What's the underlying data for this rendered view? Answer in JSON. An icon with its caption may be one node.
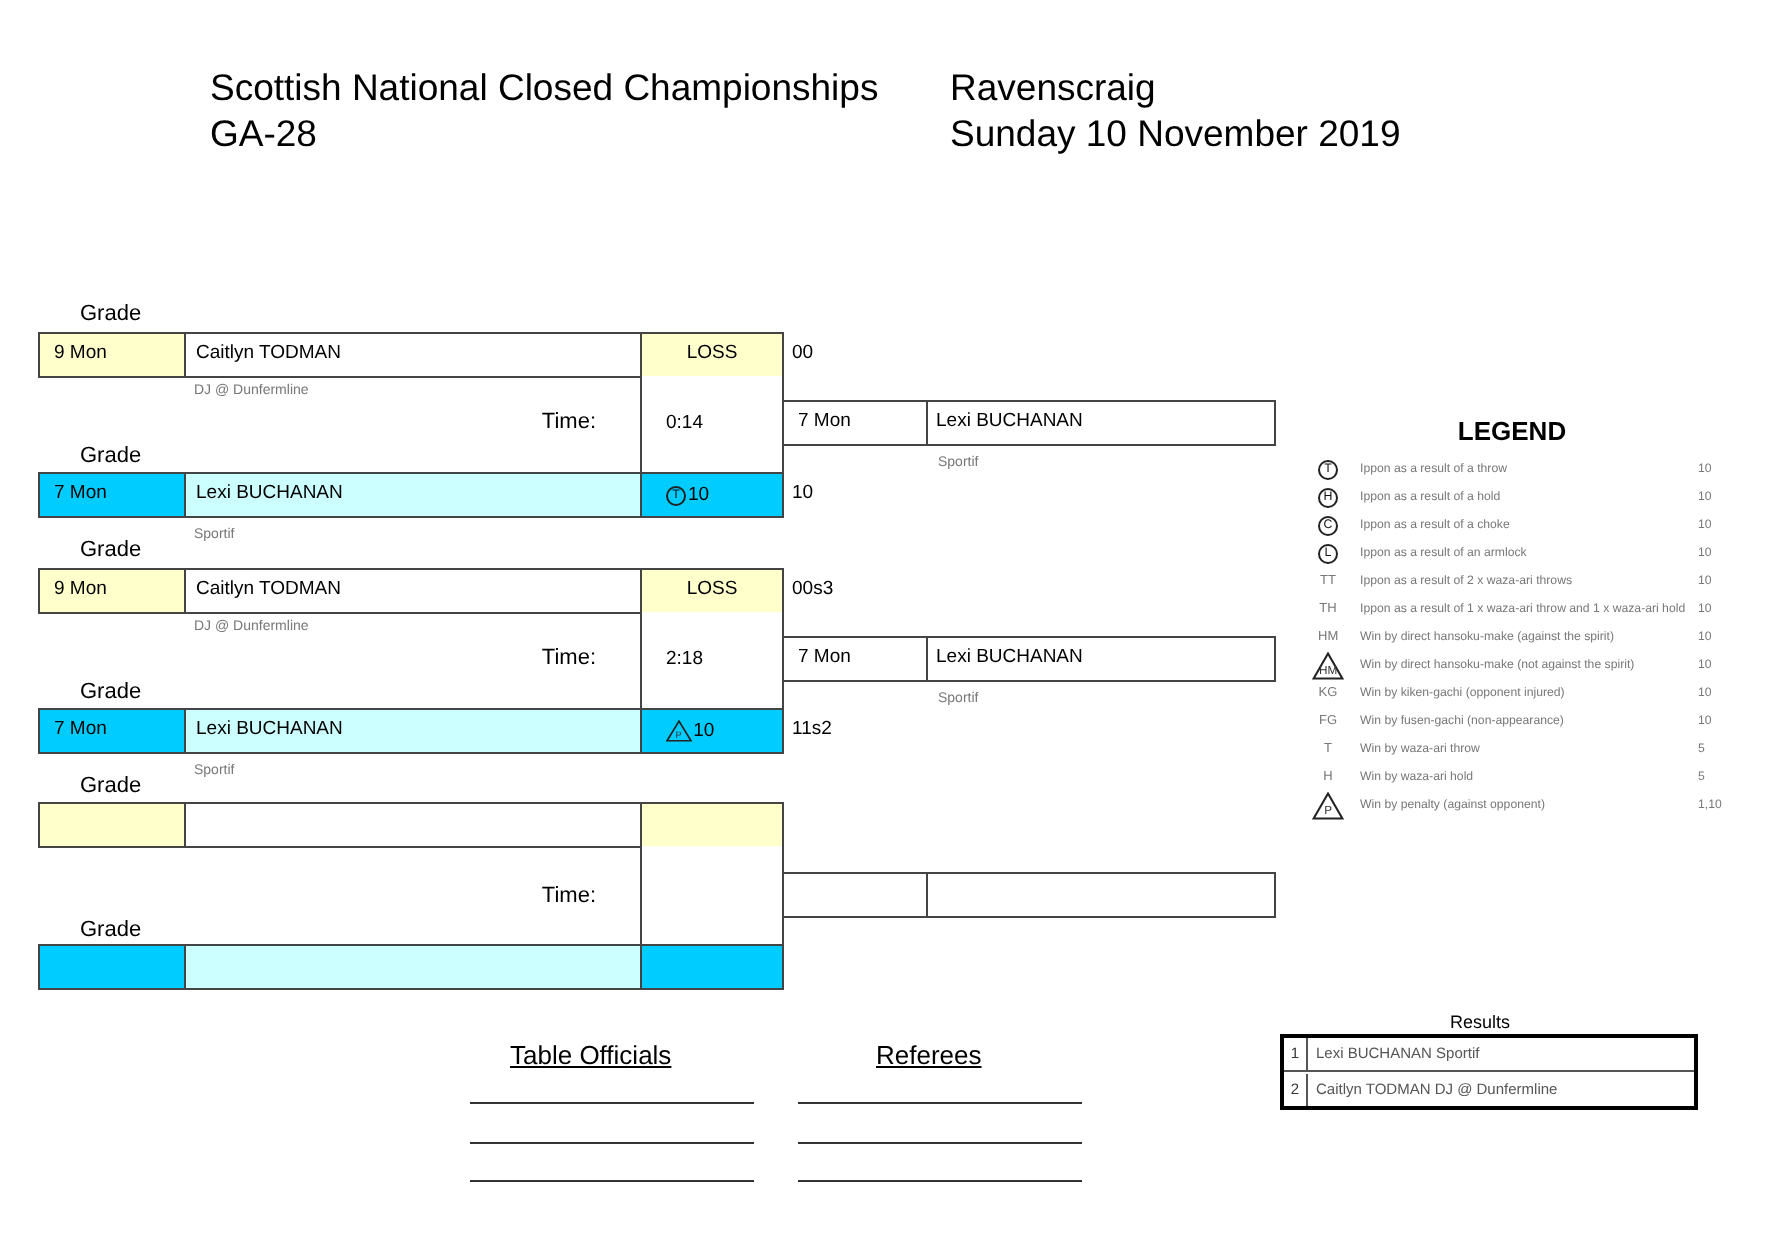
{
  "diagram": {
    "title": "Scottish National Closed Championships",
    "labels": [
      "Ravenscraig",
      "GA-28",
      "Sunday 10 November 2019",
      "Grade",
      "9 Mon",
      "Caitlyn TODMAN",
      "LOSS",
      "00",
      "DJ @ Dunfermline",
      "Time:",
      "0:14",
      "7 Mon",
      "Lexi BUCHANAN",
      "Grade",
      "Sportif",
      "7 Mon",
      "Lexi BUCHANAN",
      "T",
      "10",
      "10",
      "Sportif",
      "Grade",
      "9 Mon",
      "Caitlyn TODMAN",
      "LOSS",
      "00s3",
      "DJ @ Dunfermline",
      "Time:",
      "2:18",
      "7 Mon",
      "Lexi BUCHANAN",
      "Grade",
      "Sportif",
      "7 Mon",
      "Lexi BUCHANAN",
      "P",
      "10",
      "11s2",
      "Sportif",
      "Grade",
      "Time:",
      "Grade",
      "LEGEND",
      "T",
      "Ippon as a result of a throw",
      "10",
      "H",
      "Ippon as a result of a hold",
      "10",
      "C",
      "Ippon as a result of a choke",
      "10",
      "L",
      "Ippon as a result of an armlock",
      "10",
      "TT",
      "Ippon as a result of 2 x waza-ari throws",
      "10",
      "TH",
      "Ippon as a result of 1 x waza-ari throw and 1 x waza-ari hold",
      "10",
      "HM",
      "Win by direct hansoku-make (against the spirit)",
      "10",
      "HM",
      "Win by direct hansoku-make (not against the spirit)",
      "10",
      "KG",
      "Win by kiken-gachi (opponent injured)",
      "10",
      "FG",
      "Win by fusen-gachi (non-appearance)",
      "10",
      "T",
      "Win by waza-ari throw",
      "5",
      "H",
      "Win by waza-ari hold",
      "5",
      "P",
      "Win by penalty (against opponent)",
      "1,10",
      "Results",
      "1",
      "Lexi BUCHANAN Sportif",
      "2",
      "Caitlyn TODMAN DJ @ Dunfermline",
      "Table Officials",
      "Referees"
    ]
  }
}
